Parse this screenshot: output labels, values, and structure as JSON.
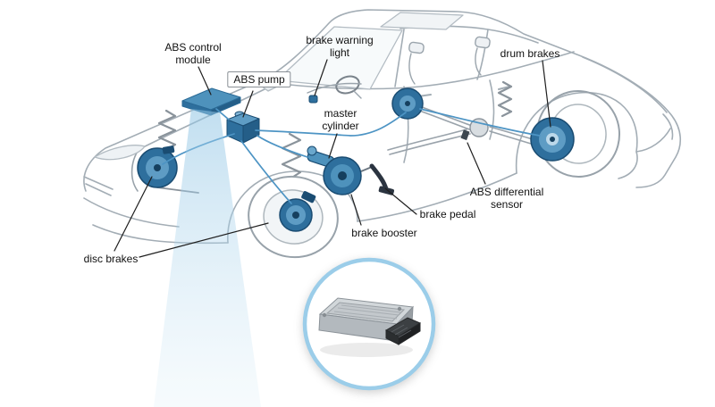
{
  "diagram": {
    "subject": "Cutaway illustration of a car showing anti-lock braking system (ABS) components, with an enlarged inset of the ABS control module",
    "labels": {
      "abs_control_module": "ABS control\nmodule",
      "abs_pump": "ABS pump",
      "brake_warning_light": "brake warning\nlight",
      "master_cylinder": "master\ncylinder",
      "drum_brakes": "drum brakes",
      "abs_differential_sensor": "ABS differential\nsensor",
      "brake_pedal": "brake pedal",
      "brake_booster": "brake booster",
      "disc_brakes": "disc brakes"
    },
    "colors": {
      "component_blue": "#2e6f9d",
      "component_blue_mid": "#5e9cc4",
      "component_blue_light": "#bcd8ea",
      "beam_blue": "#a6d2ec",
      "inset_ring": "#9bcde9",
      "car_line": "#a3adb5",
      "label_text": "#111111"
    },
    "inset": {
      "content": "ABS control module (enlarged view)"
    }
  }
}
